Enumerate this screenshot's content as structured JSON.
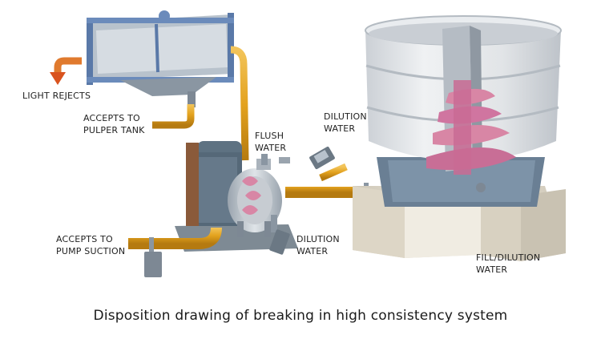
{
  "labels": {
    "light_rejects": "LIGHT REJECTS",
    "accepts_pulper_1": "ACCEPTS TO",
    "accepts_pulper_2": "PULPER TANK",
    "flush_water_1": "FLUSH",
    "flush_water_2": "WATER",
    "dilution_top_1": "DILUTION",
    "dilution_top_2": "WATER",
    "accepts_pump_1": "ACCEPTS TO",
    "accepts_pump_2": "PUMP SUCTION",
    "dilution_mid_1": "DILUTION",
    "dilution_mid_2": "WATER",
    "fill_dilution_1": "FILL/DILUTION",
    "fill_dilution_2": "WATER"
  },
  "caption": "Disposition drawing of breaking in high consistency system",
  "colors": {
    "pipe": "#e3a21e",
    "arrow": "#d9531e",
    "frame": "#5a79a8",
    "motor": "#5e7282",
    "rotor": "#d886a5",
    "tank": "#d4d8dc",
    "base": "#e2ddd0"
  }
}
